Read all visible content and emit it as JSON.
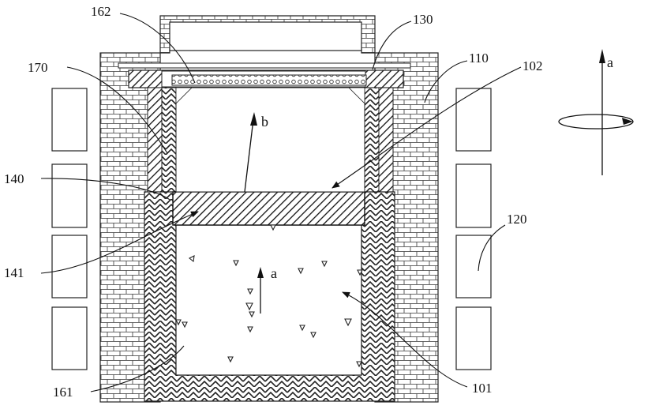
{
  "labels": {
    "l162": "162",
    "l130": "130",
    "l170": "170",
    "l110": "110",
    "l102": "102",
    "l140": "140",
    "l120": "120",
    "l141": "141",
    "l161": "161",
    "l101": "101"
  },
  "arrows": {
    "a_right": "a",
    "b": "b",
    "a_inner": "a"
  }
}
